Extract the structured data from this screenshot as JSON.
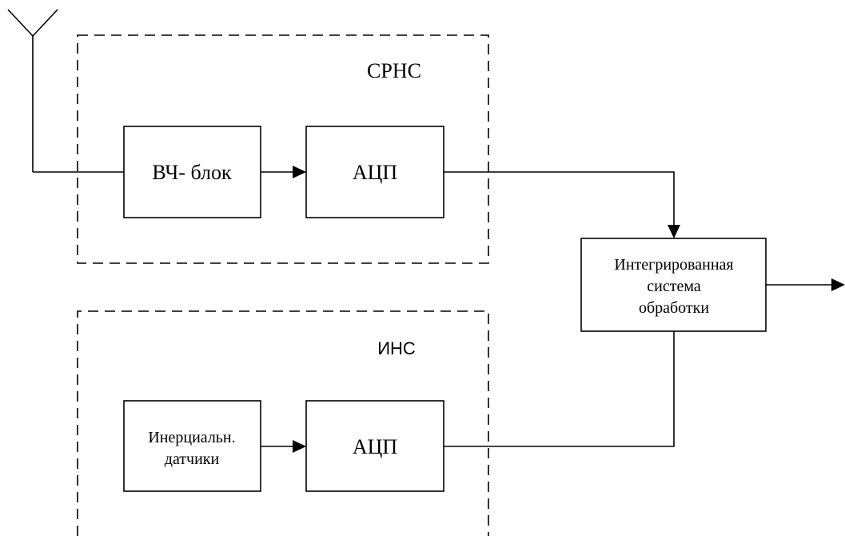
{
  "diagram": {
    "groups": {
      "srns": {
        "label": "СРНС"
      },
      "ins": {
        "label": "ИНС"
      }
    },
    "blocks": {
      "rf_block": {
        "label": "ВЧ- блок"
      },
      "adc_top": {
        "label": "АЦП"
      },
      "inertial_sensors": {
        "lines": [
          "Инерциальн.",
          "датчики"
        ]
      },
      "adc_bottom": {
        "label": "АЦП"
      },
      "integrated_system": {
        "lines": [
          "Интегрированная",
          "система",
          "обработки"
        ]
      }
    }
  }
}
